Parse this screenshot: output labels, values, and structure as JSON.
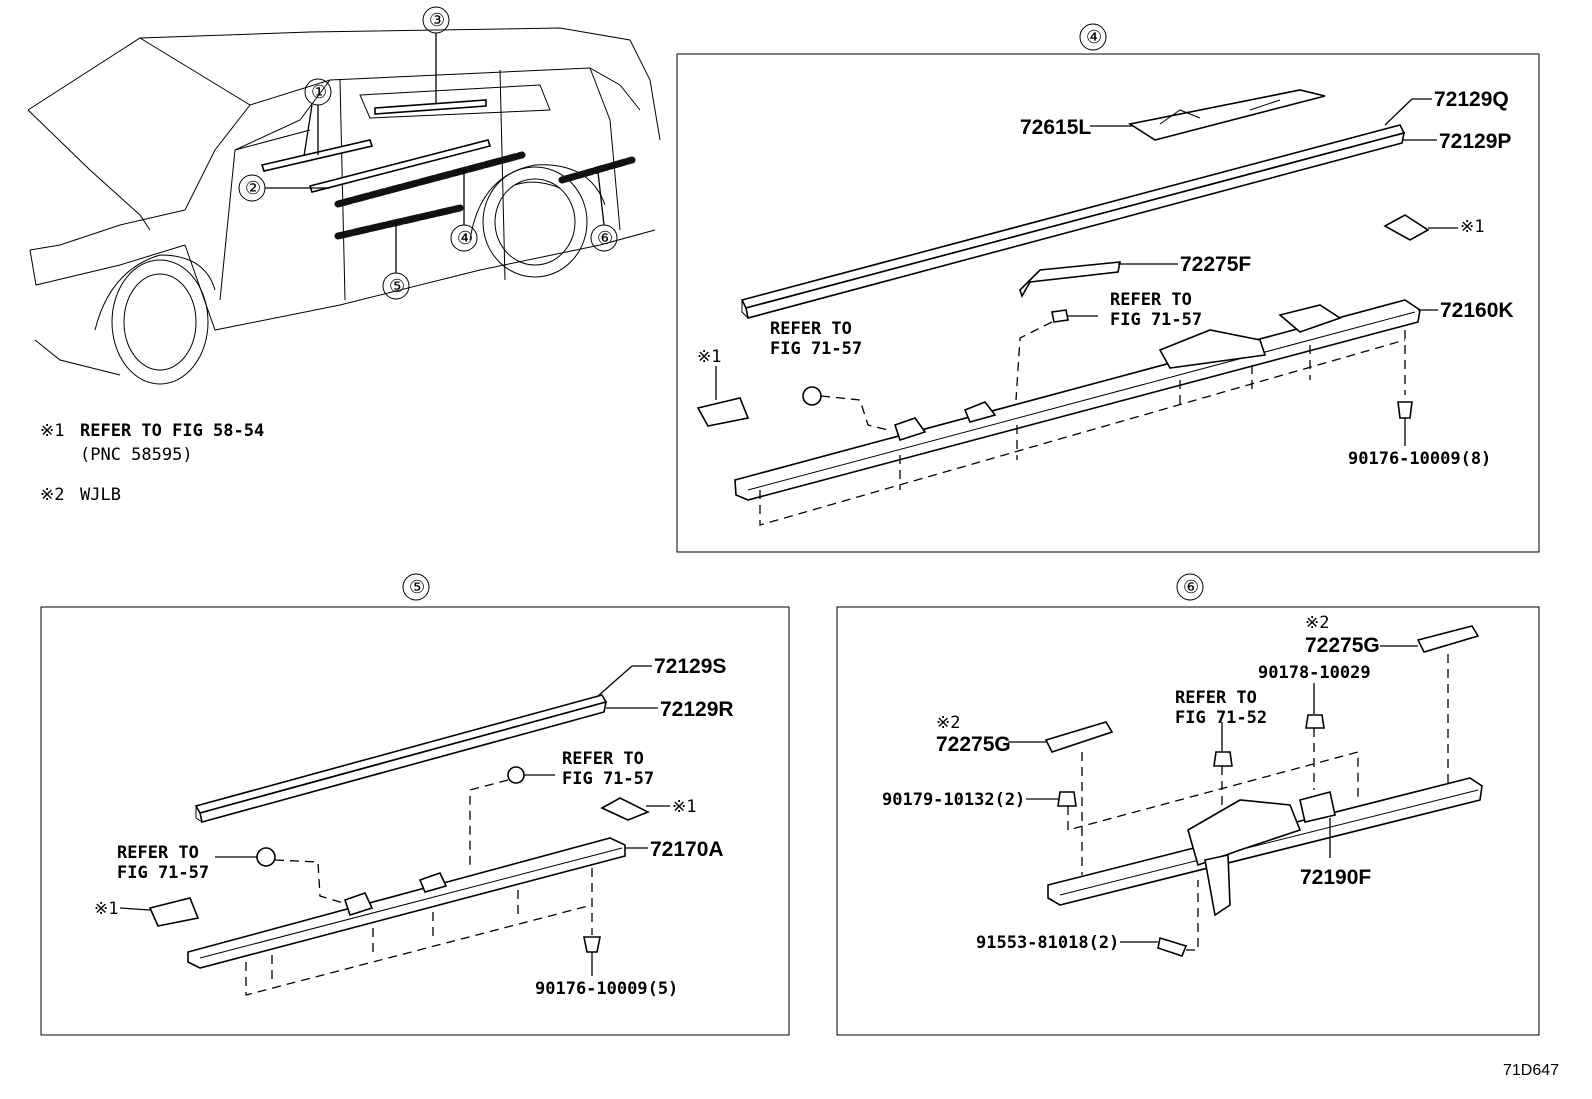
{
  "overview": {
    "callouts": [
      "①",
      "②",
      "③",
      "④",
      "⑤",
      "⑥"
    ],
    "notes": [
      {
        "mark": "※1",
        "text": "REFER TO FIG 58-54"
      },
      {
        "mark": "",
        "text": "(PNC 58595)"
      },
      {
        "mark": "※2",
        "text": "WJLB"
      }
    ]
  },
  "panel4": {
    "title": "④",
    "parts": {
      "p72615L": "72615L",
      "p72129Q": "72129Q",
      "p72129P": "72129P",
      "mark1_right": "※1",
      "p72275F": "72275F",
      "refer_right_1": "REFER TO",
      "refer_right_2": "FIG 71-57",
      "p72160K": "72160K",
      "refer_left_1": "REFER TO",
      "refer_left_2": "FIG 71-57",
      "mark1_left": "※1",
      "p90176": "90176-10009(8)"
    }
  },
  "panel5": {
    "title": "⑤",
    "parts": {
      "p72129S": "72129S",
      "p72129R": "72129R",
      "refer_right_1": "REFER TO",
      "refer_right_2": "FIG 71-57",
      "mark1_right": "※1",
      "refer_left_1": "REFER TO",
      "refer_left_2": "FIG 71-57",
      "p72170A": "72170A",
      "mark1_left": "※1",
      "p90176": "90176-10009(5)"
    }
  },
  "panel6": {
    "title": "⑥",
    "parts": {
      "mark2_top": "※2",
      "p72275G_top": "72275G",
      "p90178": "90178-10029",
      "refer_1": "REFER TO",
      "refer_2": "FIG 71-52",
      "mark2_left": "※2",
      "p72275G_left": "72275G",
      "p90179": "90179-10132(2)",
      "p72190F": "72190F",
      "p91553": "91553-81018(2)"
    }
  },
  "figure_id": "71D647"
}
